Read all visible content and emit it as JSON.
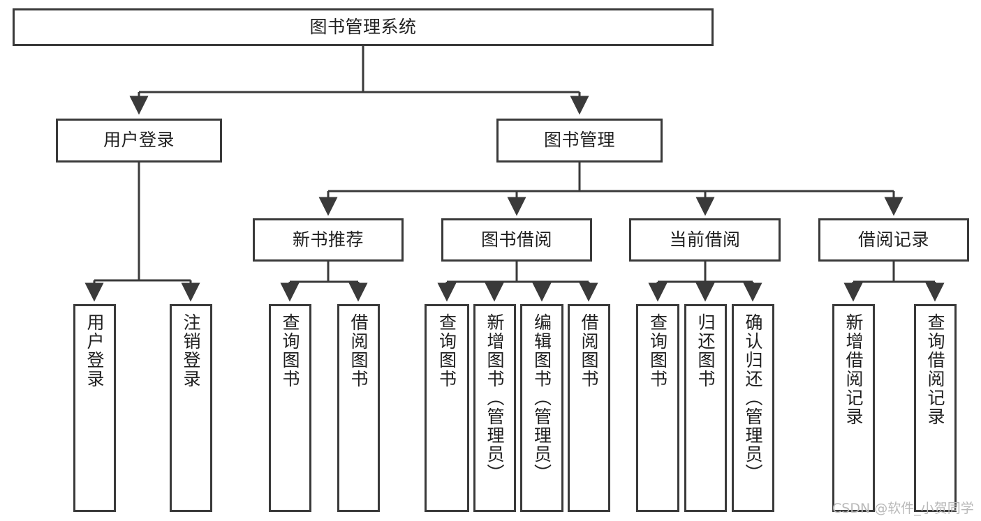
{
  "diagram": {
    "title": "图书管理系统",
    "watermark": "CSDN @软件_小贺同学",
    "stroke_color": "#3a3a3a",
    "text_color": "#1f1f1f",
    "background_color": "#ffffff"
  },
  "nodes": {
    "root": {
      "label": "图书管理系统"
    },
    "level2": [
      {
        "id": "user-login",
        "label": "用户登录"
      },
      {
        "id": "book-manage",
        "label": "图书管理"
      }
    ],
    "level3": [
      {
        "id": "new-book-recommend",
        "label": "新书推荐"
      },
      {
        "id": "book-borrow",
        "label": "图书借阅"
      },
      {
        "id": "current-borrow",
        "label": "当前借阅"
      },
      {
        "id": "borrow-record",
        "label": "借阅记录"
      }
    ],
    "leaves": [
      {
        "id": "user-login-leaf",
        "label": "用户登录",
        "parent": "user-login"
      },
      {
        "id": "user-logout-leaf",
        "label": "注销登录",
        "parent": "user-login"
      },
      {
        "id": "query-book-1",
        "label": "查询图书",
        "parent": "new-book-recommend"
      },
      {
        "id": "borrow-book-1",
        "label": "借阅图书",
        "parent": "new-book-recommend"
      },
      {
        "id": "query-book-2",
        "label": "查询图书",
        "parent": "book-borrow"
      },
      {
        "id": "add-book",
        "label": "新增图书（管理员）",
        "parent": "book-borrow"
      },
      {
        "id": "edit-book",
        "label": "编辑图书（管理员）",
        "parent": "book-borrow"
      },
      {
        "id": "borrow-book-2",
        "label": "借阅图书",
        "parent": "book-borrow"
      },
      {
        "id": "query-book-3",
        "label": "查询图书",
        "parent": "current-borrow"
      },
      {
        "id": "return-book",
        "label": "归还图书",
        "parent": "current-borrow"
      },
      {
        "id": "confirm-return",
        "label": "确认归还（管理员）",
        "parent": "current-borrow"
      },
      {
        "id": "add-borrow-record",
        "label": "新增借阅记录",
        "parent": "borrow-record"
      },
      {
        "id": "query-borrow-record",
        "label": "查询借阅记录",
        "parent": "borrow-record"
      }
    ]
  }
}
